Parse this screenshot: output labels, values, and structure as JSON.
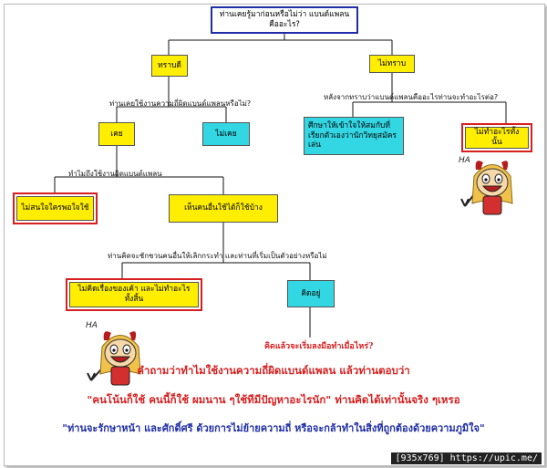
{
  "top_question": "ท่านเคยรู้มาก่อนหรือไม่ว่า แบนด์แพลนคืออะไร?",
  "branch_know": {
    "label": "ทราบดี",
    "question": "ท่านเคยใช้งานความถี่ผิดแบนด์แพลนหรือไม่?",
    "yes": {
      "label": "เคย",
      "question": "ทำไมถึงใช้งานผิดแบนด์แพลน",
      "answer_1": "ไม่สนใจใครพอใจใช้",
      "answer_2": "เห็นคนอื่นใช้ได้ก็ใช้บ้าง",
      "question_2": "ท่านคิดจะชักชวนคนอื่นให้เลิกกระทำ และท่านที่เริ่มเป็นตัวอย่างหรือไม่",
      "answer_3": "ไม่คิดเรื่องของเค้า และไม่ทำอะไรทั้งสิ้น",
      "answer_4": "คิดอยู่",
      "thought": "คิดแล้วจะเริ่มลงมือทำเมื่อไหร่?"
    },
    "no": {
      "label": "ไม่เคย"
    }
  },
  "branch_unknown": {
    "label": "ไม่ทราบ",
    "question": "หลังจากทราบว่าแบนด์แพลนคืออะไรท่านจะทำอะไรต่อ?",
    "answer_1": "ศึกษาให้เข้าใจให้สมกับที่เรียกตัวเองว่านักวิทยุสมัครเล่น",
    "answer_2": "ไม่ทำอะไรทั้งนั้น"
  },
  "character_text": "HA",
  "bottom_lines": [
    "คำถามว่าทำไมใช้งานความถี่ผิดแบนด์แพลน แล้วท่านตอบว่า",
    "\"คนโน้นก็ใช้ คนนี้ก็ใช้ ผมนาน ๆใช้ทีมีปัญหาอะไรนัก\" ท่านคิดได้เท่านั้นจริง ๆเหรอ",
    "\"ท่านจะรักษาหน้า และศักดิ์ศรี ด้วยการไม่ย้ายความถี่ หรือจะกล้าทำในสิ่งที่ถูกต้องด้วยความภูมิใจ\""
  ],
  "watermark": "[935x769] https://upic.me/",
  "colors": {
    "red": "#d81e1e",
    "blue": "#1f2ea6",
    "yellow": "#ffee00",
    "cyan": "#33d7e4"
  }
}
